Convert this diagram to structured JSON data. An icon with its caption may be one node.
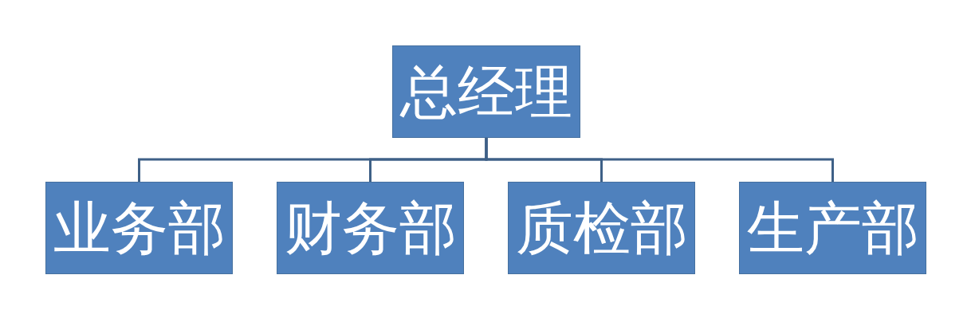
{
  "diagram": {
    "nodes": [
      {
        "text": [
          "总经理"
        ]
      },
      {
        "text": [
          "业务部"
        ]
      },
      {
        "text": [
          "财务部"
        ]
      },
      {
        "text": [
          "质检部"
        ]
      },
      {
        "text": [
          "生产部"
        ]
      }
    ],
    "edges": [
      {
        "from": 0,
        "to": 1,
        "arrow": "none"
      },
      {
        "from": 0,
        "to": 2,
        "arrow": "none"
      },
      {
        "from": 0,
        "to": 3,
        "arrow": "none"
      },
      {
        "from": 0,
        "to": 4,
        "arrow": "none"
      }
    ]
  }
}
